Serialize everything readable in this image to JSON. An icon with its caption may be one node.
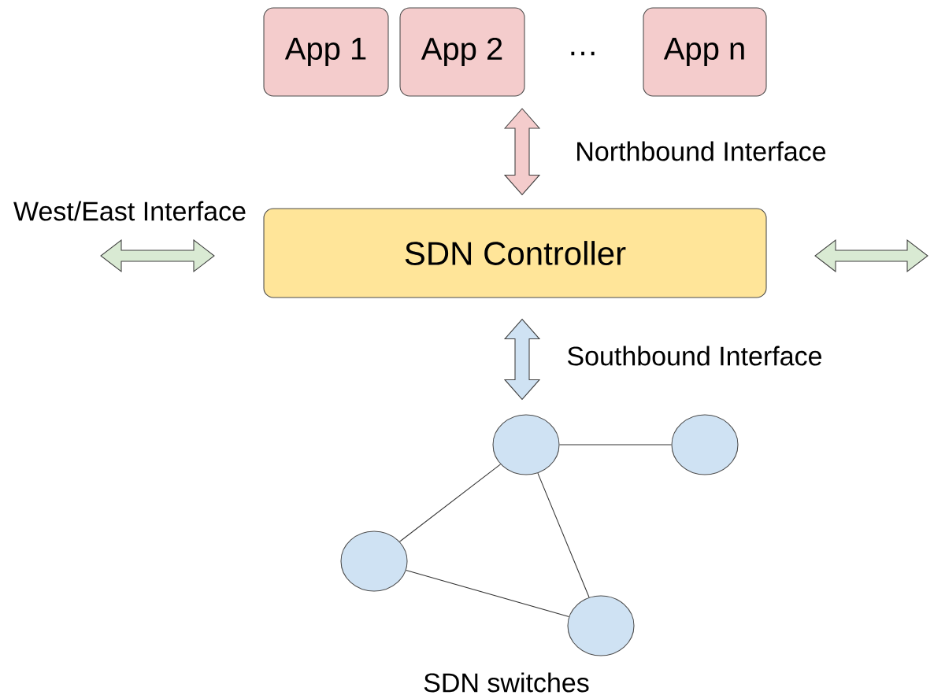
{
  "diagram": {
    "nodes": [
      {
        "text": [
          "App 1"
        ]
      },
      {
        "text": [
          "App 2"
        ]
      },
      {
        "text": [
          "App n"
        ]
      },
      {
        "text": [
          "SDN Controller"
        ]
      },
      {
        "text": [],
        "shape": "circle"
      },
      {
        "text": [],
        "shape": "circle"
      },
      {
        "text": [],
        "shape": "circle"
      },
      {
        "text": [],
        "shape": "circle"
      }
    ],
    "edges": [
      {
        "from": null,
        "to": 3,
        "arrow": "both",
        "label": "Northbound Interface",
        "style": "thick",
        "color": "#f4cccc"
      },
      {
        "from": 3,
        "to": 4,
        "arrow": "both",
        "label": "Southbound Interface",
        "style": "thick",
        "color": "#cfe2f3"
      },
      {
        "from": 4,
        "to": 5,
        "arrow": "none"
      },
      {
        "from": 4,
        "to": 6,
        "arrow": "none"
      },
      {
        "from": 4,
        "to": 7,
        "arrow": "none"
      },
      {
        "from": 6,
        "to": 7,
        "arrow": "none"
      }
    ],
    "labels": [
      "…",
      "West/East Interface",
      "SDN switches"
    ]
  }
}
